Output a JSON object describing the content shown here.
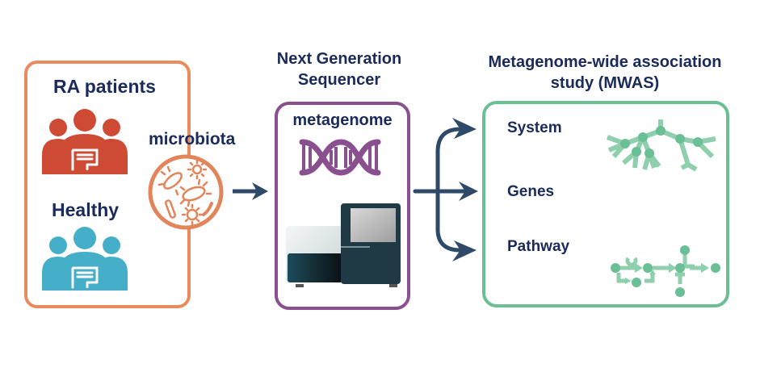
{
  "colors": {
    "text": "#1a2a5a",
    "cohort_border": "#e88c60",
    "ra_patients": "#cf4a35",
    "healthy": "#45aec8",
    "microbiota": "#e2855a",
    "ngs_border": "#8a4f8f",
    "dna": "#8a4f8f",
    "mwas_border": "#6bbf94",
    "mwas_icon": "#6bbf94",
    "arrow": "#2f4a68"
  },
  "cohort": {
    "ra_label": "RA patients",
    "healthy_label": "Healthy",
    "ra_icon": "group-people-gut-icon",
    "healthy_icon": "group-people-gut-icon"
  },
  "microbiota": {
    "label": "microbiota",
    "icon": "bacteria-petri-dish-icon"
  },
  "ngs": {
    "title_line1": "Next Generation",
    "title_line2": "Sequencer",
    "metagenome_label": "metagenome",
    "dna_icon": "dna-helix-icon",
    "machine_icon": "sequencer-machine-icon"
  },
  "mwas": {
    "title_line1": "Metagenome-wide association",
    "title_line2": "study (MWAS)",
    "items": [
      {
        "label": "System",
        "icon": "tree-network-icon"
      },
      {
        "label": "Genes",
        "icon": ""
      },
      {
        "label": "Pathway",
        "icon": "pathway-graph-icon"
      }
    ]
  }
}
